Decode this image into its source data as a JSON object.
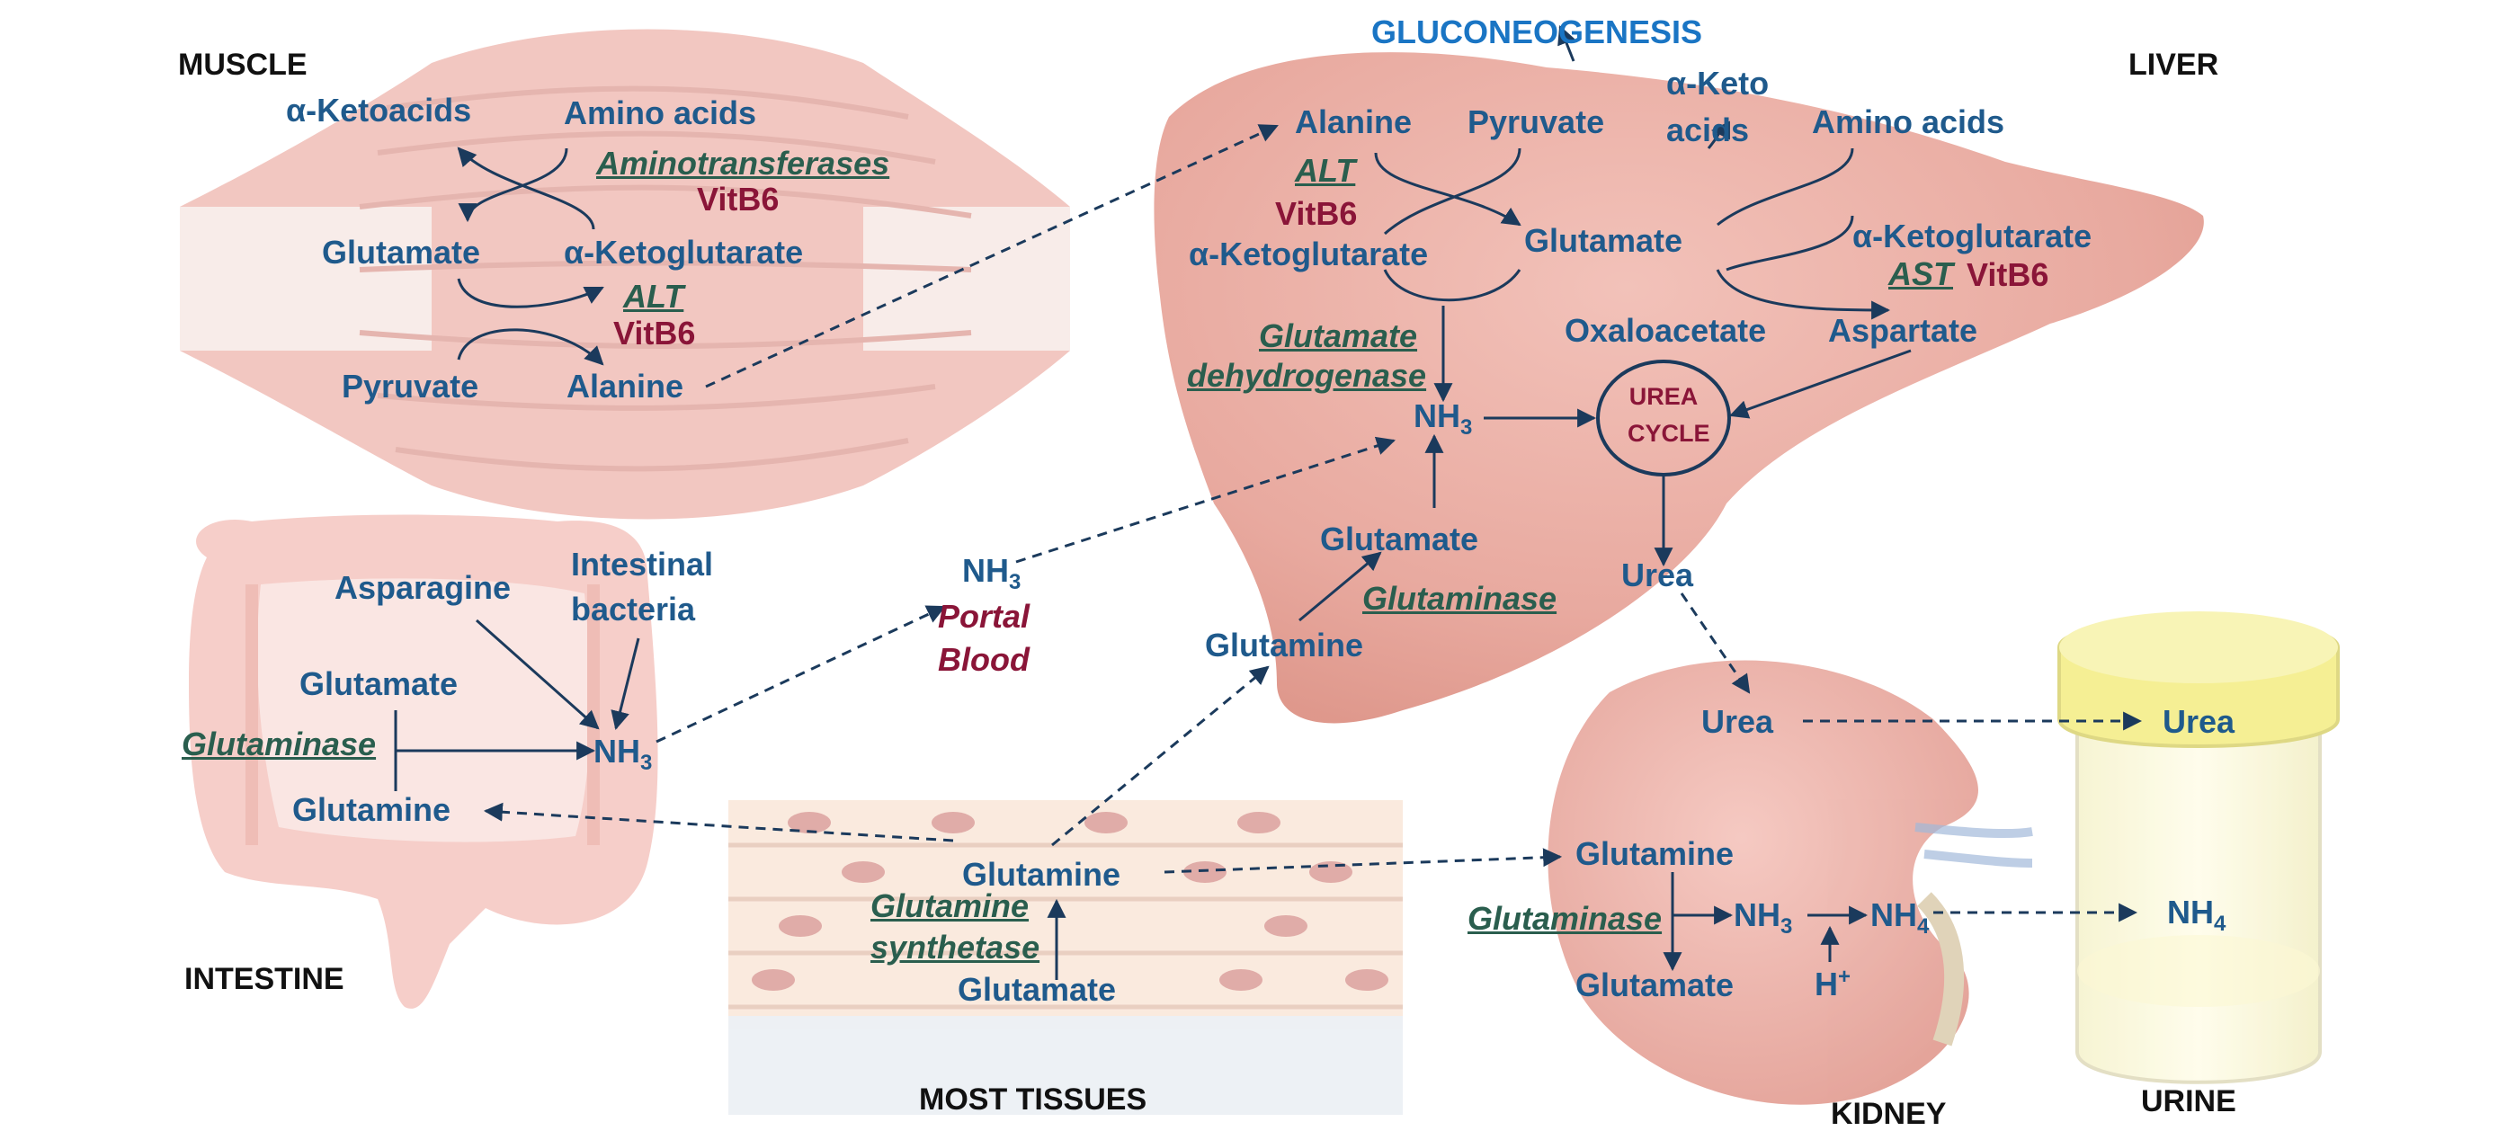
{
  "regions": {
    "muscle": "MUSCLE",
    "liver": "LIVER",
    "intestine": "INTESTINE",
    "most_tissues": "MOST TISSUES",
    "kidney": "KIDNEY",
    "urine": "URINE"
  },
  "muscle": {
    "ketoacids": "α-Ketoacids",
    "amino_acids": "Amino acids",
    "aminotransferases": "Aminotransferases",
    "vitb6_1": "VitB6",
    "glutamate": "Glutamate",
    "ketoglutarate": "α-Ketoglutarate",
    "alt": "ALT",
    "vitb6_2": "VitB6",
    "pyruvate": "Pyruvate",
    "alanine": "Alanine"
  },
  "liver": {
    "gluconeogenesis": "GLUCONEOGENESIS",
    "alanine": "Alanine",
    "pyruvate": "Pyruvate",
    "keto_acids_line1": "α-Keto",
    "keto_acids_line2": "acids",
    "amino_acids": "Amino acids",
    "alt": "ALT",
    "vitb6_1": "VitB6",
    "ketoglutarate_left": "α-Ketoglutarate",
    "glutamate_mid": "Glutamate",
    "ketoglutarate_right": "α-Ketoglutarate",
    "ast": "AST",
    "vitb6_2": "VitB6",
    "oxaloacetate": "Oxaloacetate",
    "aspartate": "Aspartate",
    "glutamate_dh_line1": "Glutamate",
    "glutamate_dh_line2": "dehydrogenase",
    "nh3": "NH",
    "nh3_sub": "3",
    "urea_cycle_line1": "UREA",
    "urea_cycle_line2": "CYCLE",
    "glutamate_low": "Glutamate",
    "glutaminase": "Glutaminase",
    "glutamine": "Glutamine",
    "urea": "Urea"
  },
  "portal": {
    "nh3": "NH",
    "nh3_sub": "3",
    "line1": "Portal",
    "line2": "Blood"
  },
  "intestine": {
    "asparagine": "Asparagine",
    "bacteria_line1": "Intestinal",
    "bacteria_line2": "bacteria",
    "glutamate": "Glutamate",
    "glutaminase": "Glutaminase",
    "nh3": "NH",
    "nh3_sub": "3",
    "glutamine": "Glutamine"
  },
  "tissues": {
    "glutamine": "Glutamine",
    "synthetase_line1": "Glutamine",
    "synthetase_line2": "synthetase",
    "glutamate": "Glutamate"
  },
  "kidney": {
    "urea": "Urea",
    "glutamine": "Glutamine",
    "glutaminase": "Glutaminase",
    "nh3": "NH",
    "nh3_sub": "3",
    "nh4": "NH",
    "nh4_sub": "4",
    "glutamate": "Glutamate",
    "h_plus": "H",
    "h_sup": "+"
  },
  "urine": {
    "urea": "Urea",
    "nh4": "NH",
    "nh4_sub": "4"
  },
  "colors": {
    "metabolite": "#1f5a8c",
    "enzyme": "#2a5e4e",
    "vitamin": "#8a1538",
    "gluconeogenesis": "#1a75c4",
    "arrow": "#1b3a5c",
    "organ": "#e8a097"
  }
}
